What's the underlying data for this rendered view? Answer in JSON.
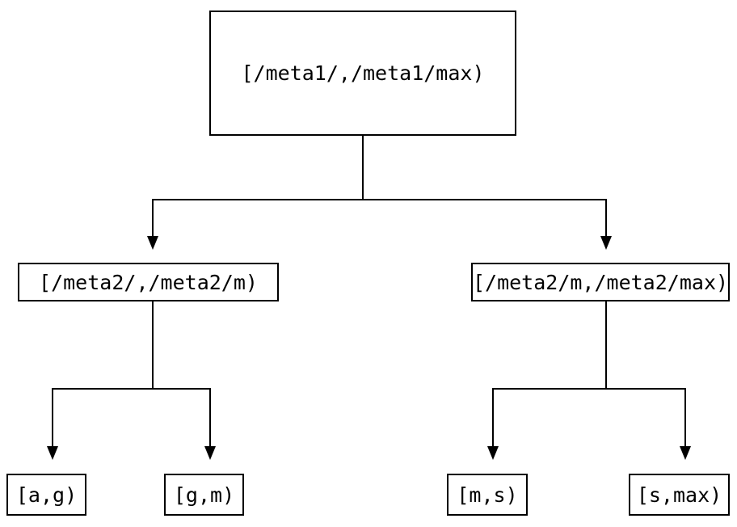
{
  "diagram": {
    "type": "tree",
    "colors": {
      "background": "#ffffff",
      "node_border": "#000000",
      "node_fill": "#ffffff",
      "text": "#000000",
      "line": "#000000"
    },
    "nodes": {
      "root": {
        "label": "[/meta1/,/meta1/max)"
      },
      "left": {
        "label": "[/meta2/,/meta2/m)"
      },
      "right": {
        "label": "[/meta2/m,/meta2/max)"
      },
      "leaf_ag": {
        "label": "[a,g)"
      },
      "leaf_gm": {
        "label": "[g,m)"
      },
      "leaf_ms": {
        "label": "[m,s)"
      },
      "leaf_smax": {
        "label": "[s,max)"
      }
    },
    "edges": [
      {
        "from": "root",
        "to": "left"
      },
      {
        "from": "root",
        "to": "right"
      },
      {
        "from": "left",
        "to": "leaf_ag"
      },
      {
        "from": "left",
        "to": "leaf_gm"
      },
      {
        "from": "right",
        "to": "leaf_ms"
      },
      {
        "from": "right",
        "to": "leaf_smax"
      }
    ]
  }
}
